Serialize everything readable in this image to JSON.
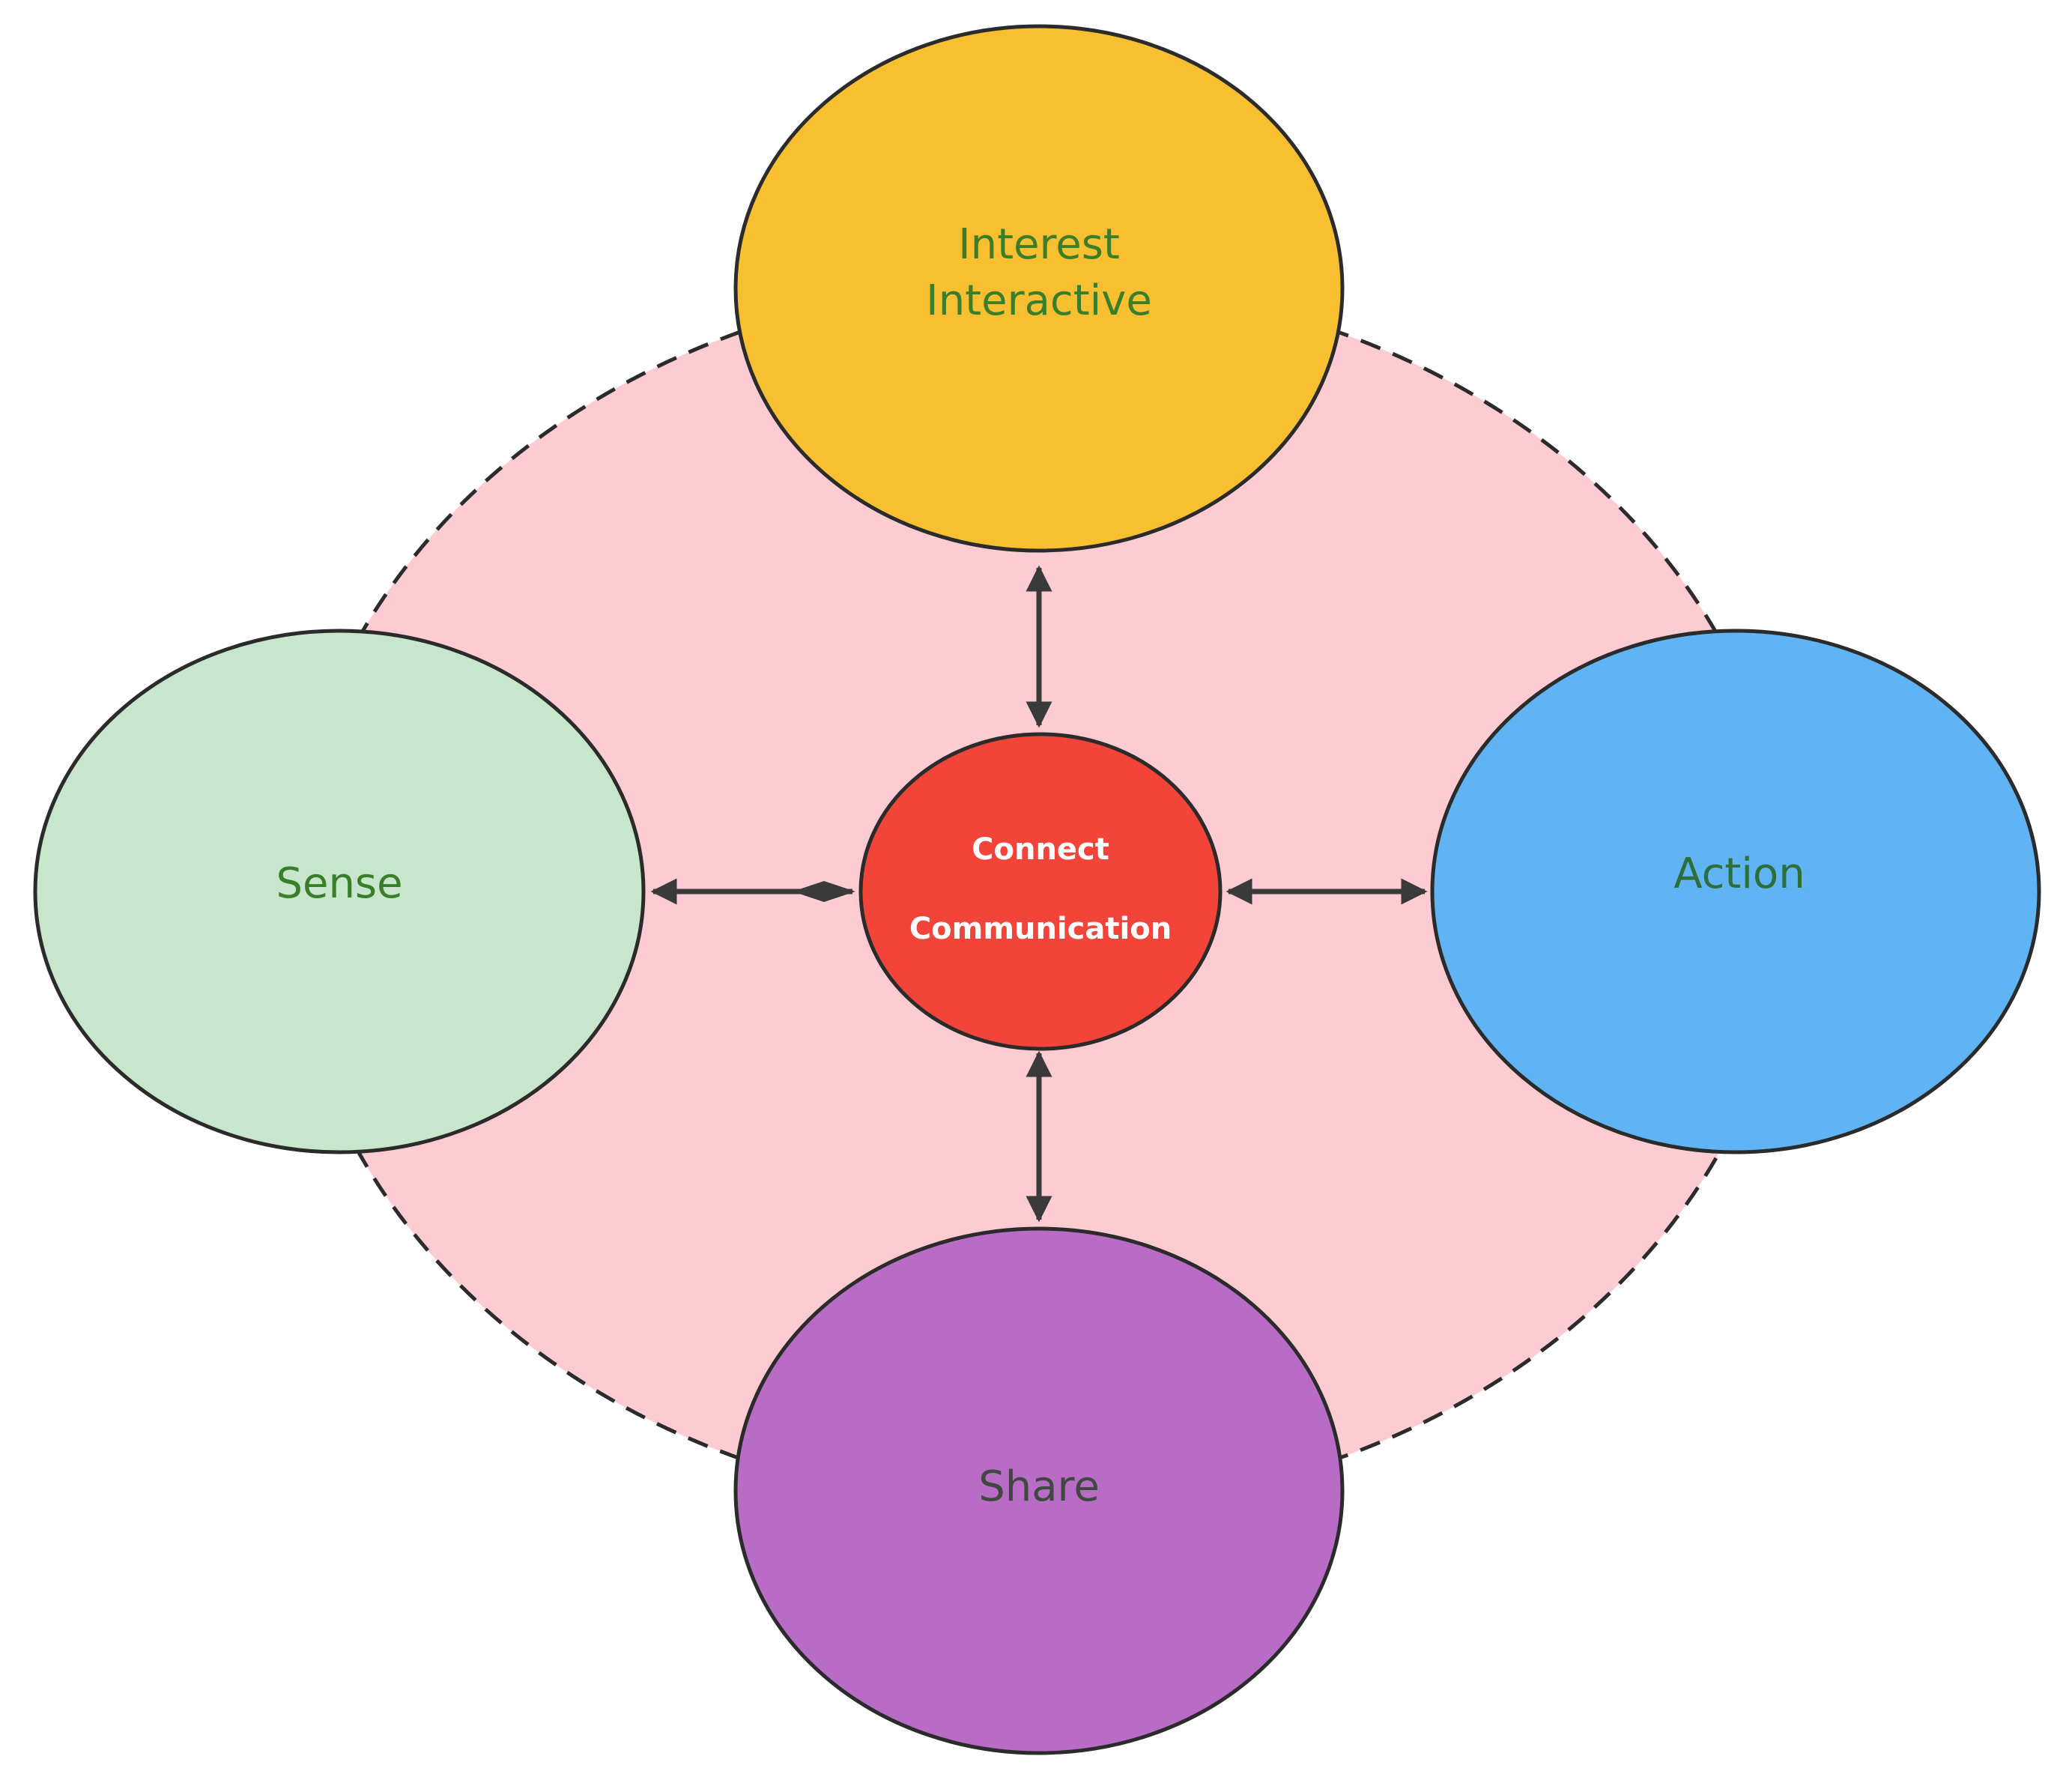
{
  "nodes": {
    "interest": {
      "lines": [
        "Interest",
        "Interactive"
      ],
      "fill": "#f8c030",
      "text_color": "#3a7d2a"
    },
    "sense": {
      "lines": [
        "Sense"
      ],
      "fill": "#c8e6cc",
      "text_color": "#3a7d2a"
    },
    "action": {
      "lines": [
        "Action"
      ],
      "fill": "#60b4f4",
      "text_color": "#2d6e3a"
    },
    "share": {
      "lines": [
        "Share"
      ],
      "fill": "#b86cc6",
      "text_color": "#3e4a3e"
    },
    "center": {
      "lines": [
        "Connect",
        "Communication"
      ],
      "fill": "#f24438",
      "text_color": "#ffffff"
    }
  },
  "background": {
    "fill": "#fdccd2",
    "border": "dashed"
  },
  "connectors": [
    {
      "from": "center",
      "to": "interest",
      "style": "double-arrow"
    },
    {
      "from": "center",
      "to": "share",
      "style": "double-arrow"
    },
    {
      "from": "center",
      "to": "sense",
      "style": "diamond-arrow"
    },
    {
      "from": "center",
      "to": "action",
      "style": "double-arrow"
    }
  ],
  "colors": {
    "stroke": "#2b2b2b",
    "arrow": "#3a3a3a"
  }
}
